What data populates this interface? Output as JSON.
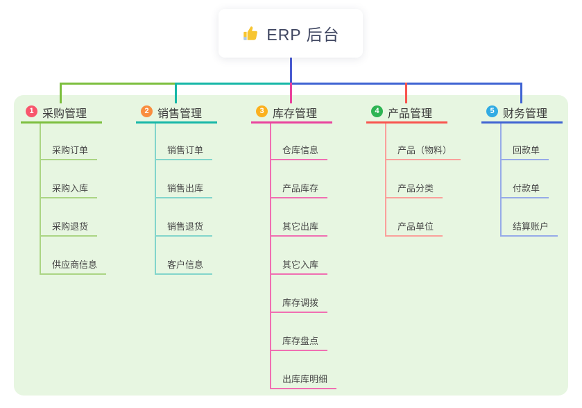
{
  "root": {
    "label": "ERP 后台",
    "icon": "thumbs-up-icon",
    "icon_color": "#f7c531"
  },
  "connector_root_color": "#4a5cd1",
  "panel_color": "#e7f6e1",
  "branches": [
    {
      "num": "1",
      "label": "采购管理",
      "badge_color": "#f8566c",
      "line_color": "#7cbf3e",
      "child_line_color": "#abd584",
      "children": [
        "采购订单",
        "采购入库",
        "采购退货",
        "供应商信息"
      ]
    },
    {
      "num": "2",
      "label": "销售管理",
      "badge_color": "#f98d3e",
      "line_color": "#16b7a7",
      "child_line_color": "#82d5cb",
      "children": [
        "销售订单",
        "销售出库",
        "销售退货",
        "客户信息"
      ]
    },
    {
      "num": "3",
      "label": "库存管理",
      "badge_color": "#fbb01e",
      "line_color": "#e9439d",
      "child_line_color": "#f06fb2",
      "children": [
        "仓库信息",
        "产品库存",
        "其它出库",
        "其它入库",
        "库存调拨",
        "库存盘点",
        "出库库明细"
      ]
    },
    {
      "num": "4",
      "label": "产品管理",
      "badge_color": "#2eb453",
      "line_color": "#f8544e",
      "child_line_color": "#faa09b",
      "children": [
        "产品（物料）",
        "产品分类",
        "产品单位"
      ]
    },
    {
      "num": "5",
      "label": "财务管理",
      "badge_color": "#31abe3",
      "line_color": "#3f63d2",
      "child_line_color": "#96aae8",
      "children": [
        "回款单",
        "付款单",
        "结算账户"
      ]
    }
  ]
}
